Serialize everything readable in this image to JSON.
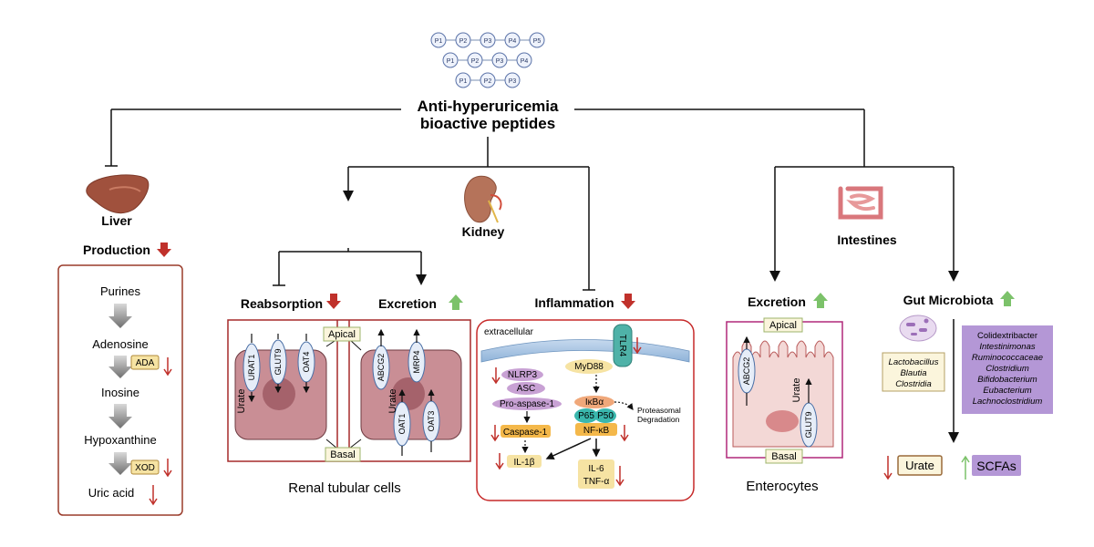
{
  "top": {
    "peptides": {
      "row1": [
        "P1",
        "P2",
        "P3",
        "P4",
        "P5"
      ],
      "row2": [
        "P1",
        "P2",
        "P3",
        "P4"
      ],
      "row3": [
        "P1",
        "P2",
        "P3"
      ]
    },
    "title_line1": "Anti-hyperuricemia",
    "title_line2": "bioactive peptides"
  },
  "liver": {
    "title": "Liver",
    "production": "Production",
    "pathway": [
      "Purines",
      "Adenosine",
      "Inosine",
      "Hypoxanthine",
      "Uric acid"
    ],
    "enzyme_ada": "ADA",
    "enzyme_xod": "XOD"
  },
  "kidney": {
    "title": "Kidney",
    "reabsorption": "Reabsorption",
    "excretion": "Excretion",
    "inflammation": "Inflammation",
    "apical": "Apical",
    "basal": "Basal",
    "urate": "Urate",
    "transporters_reab": [
      "URAT1",
      "GLUT9",
      "OAT4"
    ],
    "transporters_exc_apical": [
      "ABCG2",
      "MRP4"
    ],
    "transporters_exc_basal": [
      "OAT1",
      "OAT3"
    ],
    "caption": "Renal tubular cells",
    "inflam": {
      "extracellular": "extracellular",
      "tlr4": "TLR4",
      "myd88": "MyD88",
      "nlrp3": "NLRP3",
      "asc": "ASC",
      "procasp": "Pro-aspase-1",
      "caspase": "Caspase-1",
      "il1b": "IL-1β",
      "ikba": "IκBα",
      "proteasomal1": "Proteasomal",
      "proteasomal2": "Degradation",
      "p65": "P65",
      "p50": "P50",
      "nfkb": "NF-κB",
      "il6": "IL-6",
      "tnfa": "TNF-α"
    }
  },
  "intestines": {
    "title": "Intestines",
    "excretion": "Excretion",
    "apical": "Apical",
    "basal": "Basal",
    "abcg2": "ABCG2",
    "glut9": "GLUT9",
    "urate": "Urate",
    "caption": "Enterocytes",
    "microbiota_title": "Gut Microbiota",
    "decreased_bacteria": [
      "Lactobacillus",
      "Blautia",
      "Clostridia"
    ],
    "increased_bacteria": [
      "Colidextribacter",
      "Intestinimonas",
      "Ruminococcaceae",
      "Clostridium",
      "Bifidobacterium",
      "Eubacterium",
      "Lachnoclostridium"
    ],
    "urate_out": "Urate",
    "scfas": "SCFAs"
  },
  "colors": {
    "down": "#c0312b",
    "up": "#7cc26a",
    "liver_border": "#9a3b2a",
    "kidney_border": "#c62828",
    "cell": "#c98e95",
    "entero_border": "#b0287a",
    "purple_box": "#b497d6",
    "membrane": "#8fb3d9"
  }
}
